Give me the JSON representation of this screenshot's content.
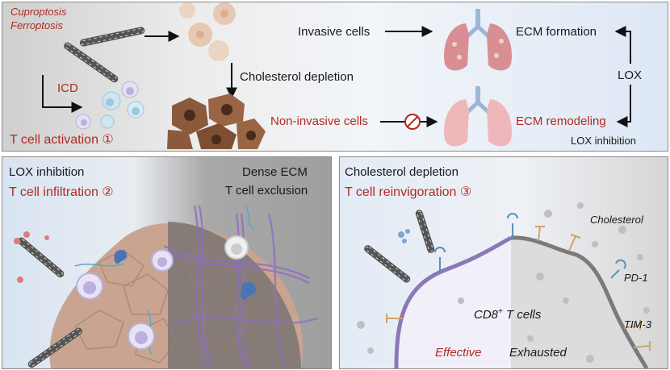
{
  "top": {
    "mechanism_1": "Cuproptosis",
    "mechanism_2": "Ferroptosis",
    "icd": "ICD",
    "t_cell_activation": "T cell activation ①",
    "cholesterol_depletion": "Cholesterol depletion",
    "invasive_cells": "Invasive cells",
    "non_invasive_cells": "Non-invasive cells",
    "ecm_formation": "ECM formation",
    "ecm_remodeling": "ECM remodeling",
    "lox": "LOX",
    "lox_inhibition": "LOX inhibition"
  },
  "bottom_left": {
    "lox_inhibition": "LOX inhibition",
    "t_cell_infiltration": "T cell infiltration ②",
    "dense_ecm": "Dense ECM",
    "t_cell_exclusion": "T cell exclusion"
  },
  "bottom_right": {
    "cholesterol_depletion": "Cholesterol depletion",
    "t_cell_reinvigoration": "T cell reinvigoration ③",
    "cholesterol": "Cholesterol",
    "pd1": "PD-1",
    "tim3": "TIM-3",
    "cd8_prefix": "CD8",
    "cd8_sup": "+",
    "cd8_suffix": " T cells",
    "effective": "Effective",
    "exhausted": "Exhausted"
  },
  "colors": {
    "accent_red": "#b22a22",
    "lung_pink": "#e8a6a8",
    "tumor_brown": "#8b5a3c",
    "membrane_purple": "#8b78b8",
    "membrane_gray": "#7a7a7a"
  }
}
